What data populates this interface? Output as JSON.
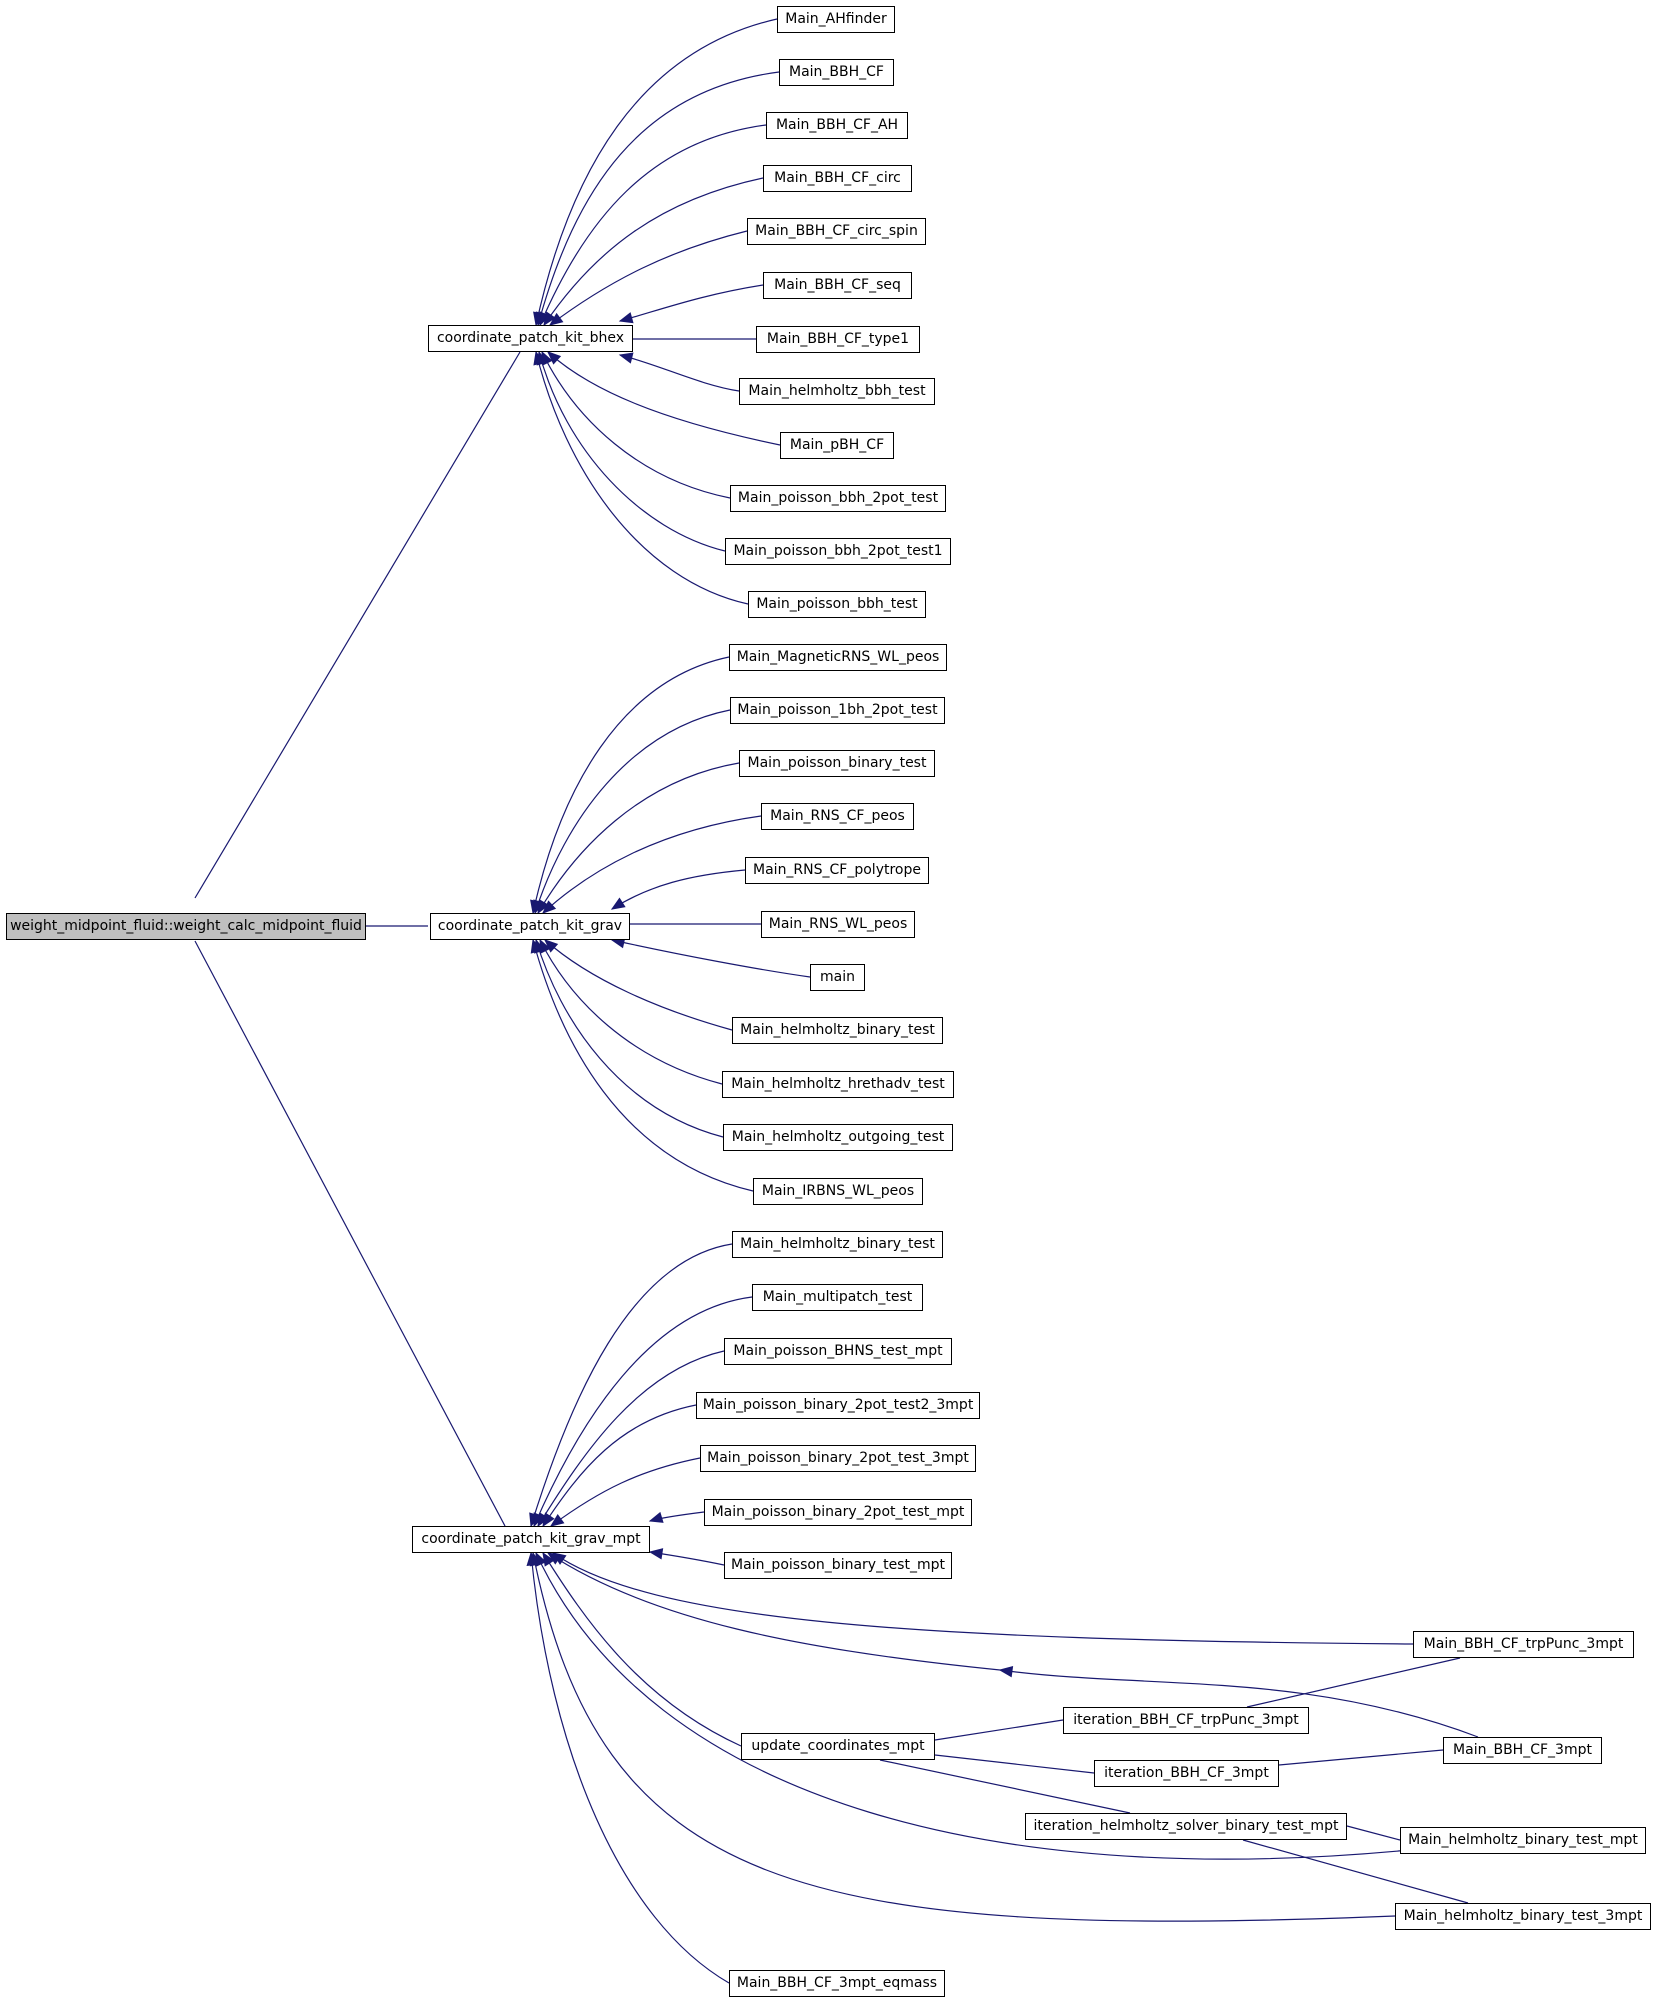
{
  "colors": {
    "edge": "#191970",
    "node_border": "#000000",
    "node_fill": "#ffffff",
    "root_fill": "#bfbfbf"
  },
  "nodes": {
    "n_root": "weight_midpoint_fluid::weight_calc_midpoint_fluid",
    "n_bhex": "coordinate_patch_kit_bhex",
    "n_grav": "coordinate_patch_kit_grav",
    "n_mpt": "coordinate_patch_kit_grav_mpt",
    "n_ahfinder": "Main_AHfinder",
    "n_bbhcf": "Main_BBH_CF",
    "n_bbhcf_ah": "Main_BBH_CF_AH",
    "n_bbhcf_circ": "Main_BBH_CF_circ",
    "n_bbhcf_circspin": "Main_BBH_CF_circ_spin",
    "n_bbhcf_seq": "Main_BBH_CF_seq",
    "n_bbhcf_type1": "Main_BBH_CF_type1",
    "n_helm_bbh": "Main_helmholtz_bbh_test",
    "n_pbhcf": "Main_pBH_CF",
    "n_pois_bbh2pot": "Main_poisson_bbh_2pot_test",
    "n_pois_bbh2pot1": "Main_poisson_bbh_2pot_test1",
    "n_pois_bbh": "Main_poisson_bbh_test",
    "n_magrns": "Main_MagneticRNS_WL_peos",
    "n_pois_1bh2pot": "Main_poisson_1bh_2pot_test",
    "n_pois_binary": "Main_poisson_binary_test",
    "n_rnscf_peos": "Main_RNS_CF_peos",
    "n_rnscf_poly": "Main_RNS_CF_polytrope",
    "n_rnswl_peos": "Main_RNS_WL_peos",
    "n_main": "main",
    "n_helm_binary_g": "Main_helmholtz_binary_test",
    "n_helm_hreth": "Main_helmholtz_hrethadv_test",
    "n_helm_outgo": "Main_helmholtz_outgoing_test",
    "n_irbns": "Main_IRBNS_WL_peos",
    "n_helm_binary_m": "Main_helmholtz_binary_test",
    "n_multipatch": "Main_multipatch_test",
    "n_pois_bhns_mpt": "Main_poisson_BHNS_test_mpt",
    "n_pois_b2p_t2_3": "Main_poisson_binary_2pot_test2_3mpt",
    "n_pois_b2p_t_3": "Main_poisson_binary_2pot_test_3mpt",
    "n_pois_b2p_mpt": "Main_poisson_binary_2pot_test_mpt",
    "n_pois_bin_mpt": "Main_poisson_binary_test_mpt",
    "n_trppunc_main": "Main_BBH_CF_trpPunc_3mpt",
    "n_bbhcf_3mpt": "Main_BBH_CF_3mpt",
    "n_update": "update_coordinates_mpt",
    "n_it_trppunc": "iteration_BBH_CF_trpPunc_3mpt",
    "n_it_bbhcf": "iteration_BBH_CF_3mpt",
    "n_it_helm": "iteration_helmholtz_solver_binary_test_mpt",
    "n_helm_bin_mpt": "Main_helmholtz_binary_test_mpt",
    "n_helm_bin_3mpt": "Main_helmholtz_binary_test_3mpt",
    "n_bbhcf_eqmass": "Main_BBH_CF_3mpt_eqmass"
  }
}
